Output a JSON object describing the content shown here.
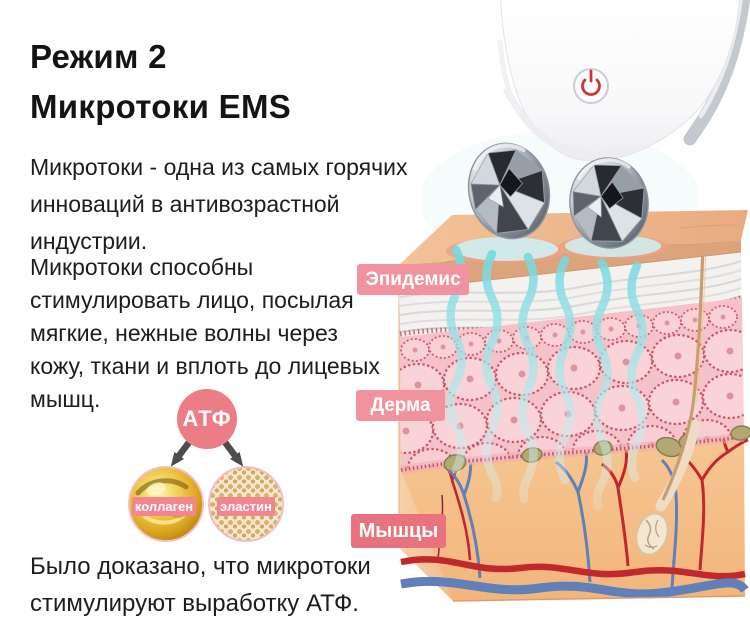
{
  "title": {
    "line1": "Режим 2",
    "line2": "Микротоки EMS"
  },
  "paragraphs": {
    "intro": "Микротоки - одна из самых горячих\nинноваций в антивозрастной\nиндустрии.",
    "body": "Микротоки способны\nстимулировать лицо, посылая\nмягкие, нежные волны через\nкожу, ткани и вплоть до лицевых\nмышц.",
    "conclusion": "Было доказано, что микротоки\nстимулируют выработку АТФ."
  },
  "atp_diagram": {
    "atp": "АТФ",
    "collagen": "коллаген",
    "elastin": "эластин"
  },
  "skin_diagram": {
    "layer_labels": [
      "Эпидемис",
      "Дерма",
      "Мышцы"
    ]
  },
  "colors": {
    "atp_node": "#ed7d85",
    "label_chip": "#f2858f",
    "badge_pink": "#f0939e",
    "badge_red": "#e8737e",
    "wave_cyan": "#7fdce2",
    "power_button_red": "#d23434",
    "vessel_red": "#c1272d",
    "vessel_blue": "#5b7db6",
    "skin_surface": "#eeb388",
    "dermis_pink": "#f5c2c9"
  }
}
